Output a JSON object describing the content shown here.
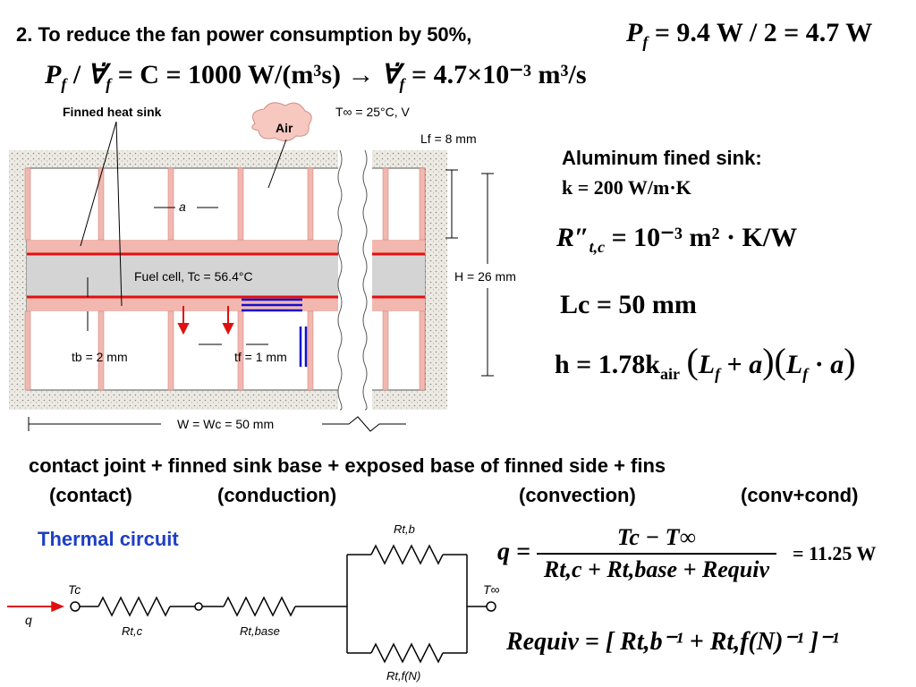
{
  "intro": {
    "step_text": "2. To reduce the fan power consumption by 50%,",
    "pf_eq": "= 9.4 W / 2 = 4.7 W"
  },
  "flow_eq": {
    "ratio_rhs": "= C = 1000 W/(m³s)",
    "arrow": "→",
    "vf_rhs": "= 4.7×10⁻³ m³/s"
  },
  "figure": {
    "finned_label": "Finned heat sink",
    "air_label": "Air",
    "tinf_label": "T∞ = 25°C, V",
    "lf_label": "Lf = 8 mm",
    "a_label": "a",
    "fuel_cell_label": "Fuel cell, Tc = 56.4°C",
    "h_label": "H = 26 mm",
    "tb_label": "tb = 2 mm",
    "tf_label": "tf = 1 mm",
    "w_label": "W = Wc = 50 mm"
  },
  "right_panel": {
    "heading": "Aluminum fined sink:",
    "k_eq": "k = 200 W/m·K",
    "rtc_eq": "= 10⁻³ m² · K/W",
    "lc_eq": "Lc = 50 mm",
    "h_eq": "h = 1.78k"
  },
  "series_line": {
    "items": [
      "contact joint",
      "+ finned sink base",
      "+ exposed base of finned side + fins"
    ],
    "modes": [
      "(contact)",
      "(conduction)",
      "(convection)",
      "(conv+cond)"
    ]
  },
  "circuit": {
    "title": "Thermal circuit",
    "q_label": "q",
    "tc_label": "Tc",
    "tinf_label": "T∞",
    "rtc_label": "Rt,c",
    "rtbase_label": "Rt,base",
    "rtb_label": "Rt,b",
    "rtf_label": "Rt,f(N)"
  },
  "q_eq": {
    "lhs": "q =",
    "num": "Tc − T∞",
    "den": "Rt,c + Rt,base + Requiv",
    "rhs": "= 11.25 W"
  },
  "requiv_eq": {
    "text": "Requiv = [ Rt,b⁻¹ + Rt,f(N)⁻¹ ]⁻¹"
  },
  "colors": {
    "title_blue": "#1f3fc4",
    "fin_pink": "#f2b8b0",
    "fuel_gray": "#d4d4d4",
    "line_red": "#e01010",
    "line_blue": "#1010d0"
  }
}
